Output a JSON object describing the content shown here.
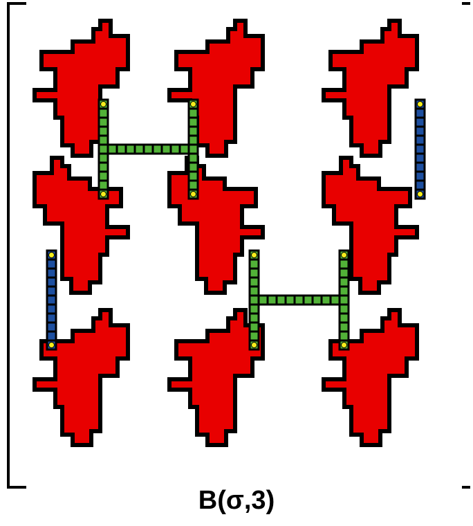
{
  "caption": "B(σ,3)",
  "colors": {
    "tile_fill": "#e80000",
    "outline": "#000000",
    "green_connector": "#52b238",
    "blue_connector": "#1d4fa0",
    "endpoint_dot": "#f4ee1c",
    "background": "#ffffff"
  },
  "diagram": {
    "tile_columns": 3,
    "tiles_per_column": 3,
    "green_H_connectors": 2,
    "blue_bar_connectors": 2
  }
}
